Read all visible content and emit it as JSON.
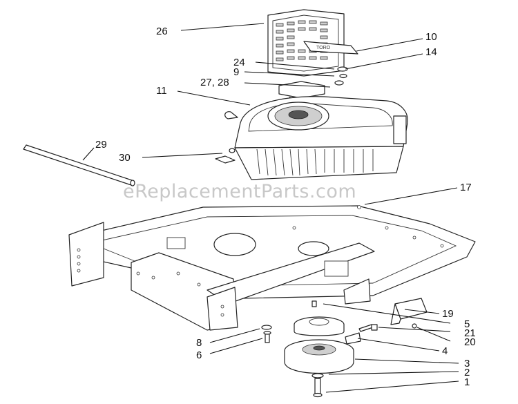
{
  "watermark": "eReplacementParts.com",
  "engine_decal": "TORO",
  "callouts": [
    "26",
    "10",
    "14",
    "24",
    "9",
    "27, 28",
    "11",
    "29",
    "30",
    "17",
    "19",
    "5",
    "21",
    "20",
    "4",
    "3",
    "2",
    "1",
    "8",
    "6"
  ]
}
